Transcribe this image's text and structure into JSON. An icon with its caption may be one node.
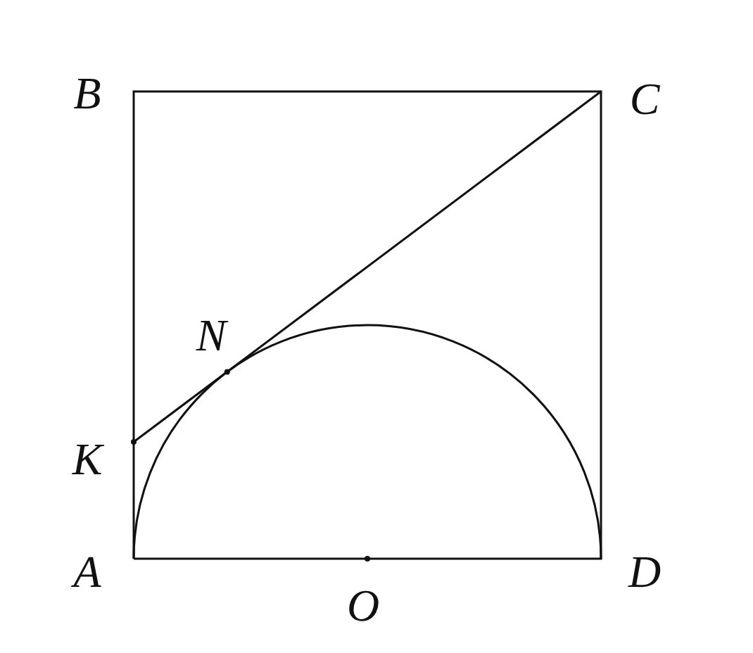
{
  "diagram": {
    "labels": [
      "B",
      "C",
      "N",
      "K",
      "A",
      "O",
      "D"
    ]
  }
}
